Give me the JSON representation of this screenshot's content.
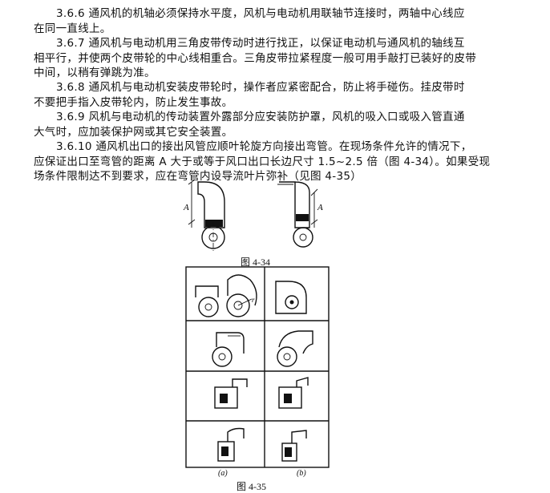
{
  "paragraphs": [
    {
      "lines": [
        "3.6.6  通风机的机轴必须保持水平度，风机与电动机用联轴节连接时，两轴中心线应",
        "在同一直线上。"
      ]
    },
    {
      "lines": [
        "3.6.7  通风机与电动机用三角皮带传动时进行找正，以保证电动机与通风机的轴线互",
        "相平行，并使两个皮带轮的中心线相重合。三角皮带拉紧程度一般可用手敲打已装好的皮带",
        "中间，以稍有弹跳为准。"
      ]
    },
    {
      "lines": [
        "3.6.8  通风机与电动机安装皮带轮时，操作者应紧密配合，防止将手碰伤。挂皮带时",
        "不要把手指入皮带轮内，防止发生事故。"
      ]
    },
    {
      "lines": [
        "3.6.9  风机与电动机的传动装置外露部分应安装防护罩，风机的吸入口或吸入管直通",
        "大气时，应加装保护网或其它安全装置。"
      ]
    },
    {
      "lines": [
        "3.6.10  通风机出口的接出风管应顺叶轮旋方向接出弯管。在现场条件允许的情况下，",
        "应保证出口至弯管的距离 A 大于或等于风口出口长边尺寸 1.5~2.5 倍（图 4-34）。如果受现",
        "场条件限制达不到要求，应在弯管内设导流叶片弥补（见图 4-35）"
      ]
    }
  ],
  "figures": {
    "fig434": {
      "caption": "图 4-34",
      "dim_label": "A"
    },
    "fig435": {
      "caption": "图 4-35",
      "col_a": "(a)",
      "col_b": "(b)",
      "radius_label": "r"
    }
  }
}
